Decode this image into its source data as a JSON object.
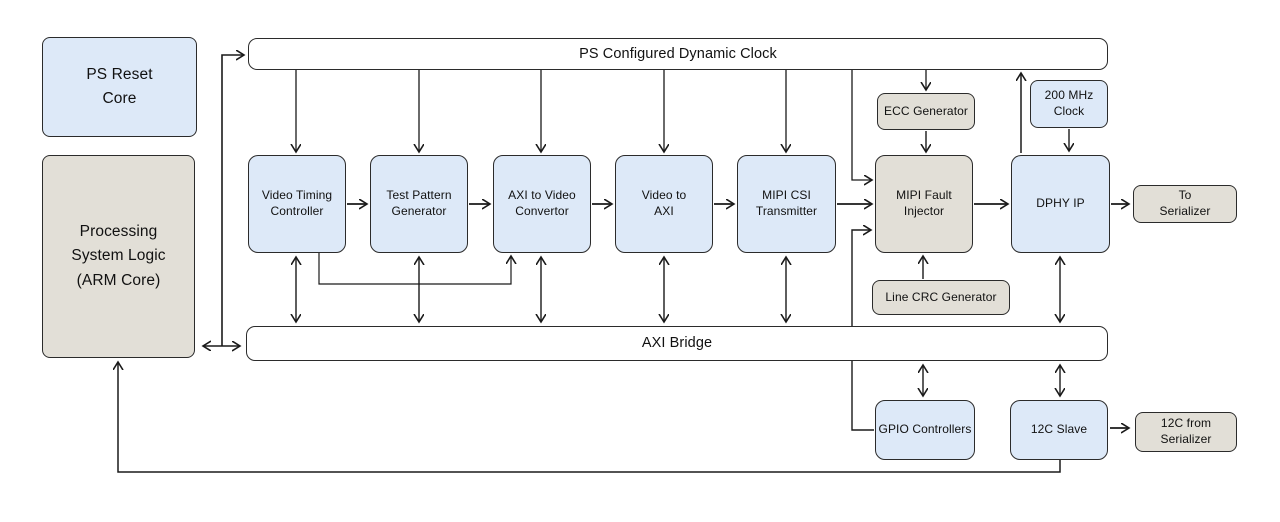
{
  "colors": {
    "blue_fill": "#dde9f8",
    "gray_fill": "#e2dfd7",
    "white_fill": "#ffffff",
    "line_color": "#1a1a1a"
  },
  "left_column": {
    "ps_reset_core": "PS Reset Core",
    "processing_system": "Processing System Logic (ARM Core)"
  },
  "buses": {
    "clock_bar": "PS Configured Dynamic Clock",
    "axi_bridge": "AXI Bridge"
  },
  "pipeline": {
    "video_timing_controller": "Video Timing Controller",
    "test_pattern_generator": "Test Pattern Generator",
    "axi_to_video_convertor": "AXI to Video Convertor",
    "video_to_axi": "Video to AXI",
    "mipi_csi_transmitter": "MIPI CSI Transmitter",
    "mipi_fault_injector": "MIPI Fault Injector",
    "dphy_ip": "DPHY IP"
  },
  "support": {
    "ecc_generator": "ECC Generator",
    "clock_200mhz": "200 MHz Clock",
    "line_crc_generator": "Line CRC Generator",
    "to_serializer": "To Serializer",
    "gpio_controllers": "GPIO Controllers",
    "i2c_slave": "12C Slave",
    "i2c_from_serializer": "12C from Serializer"
  }
}
